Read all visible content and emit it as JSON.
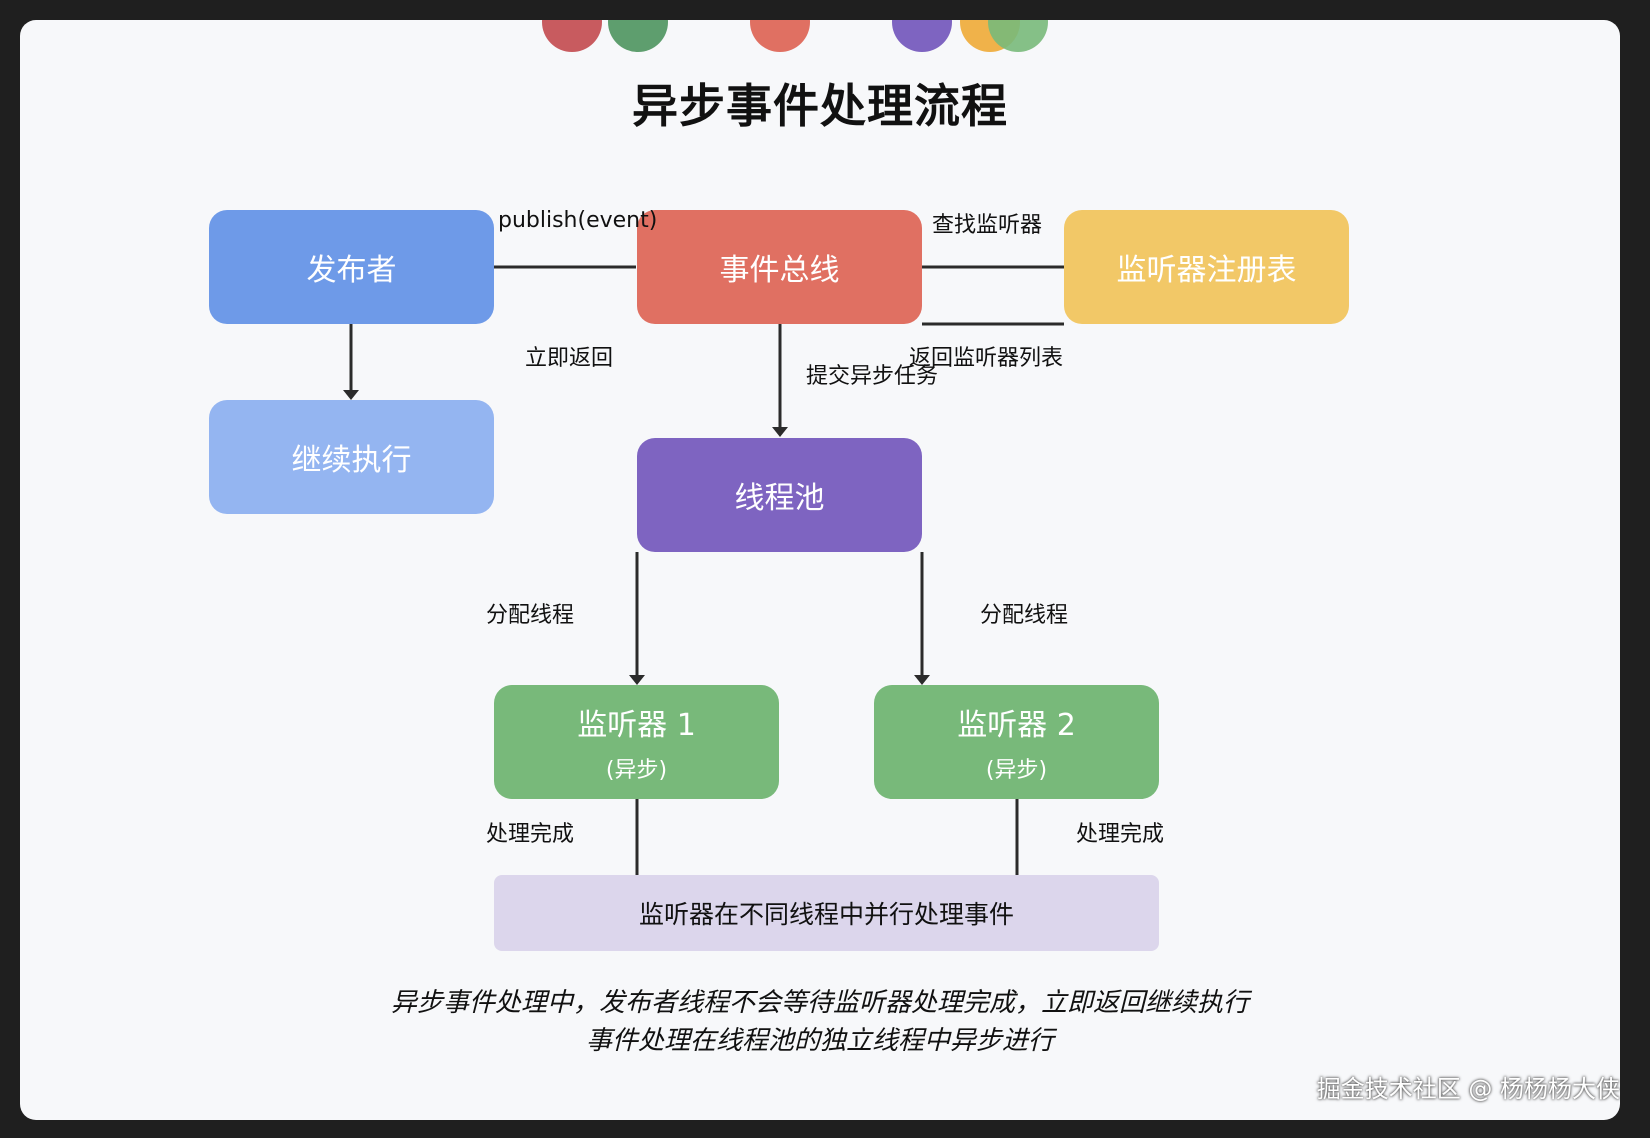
{
  "title": "异步事件处理流程",
  "colors": {
    "publisher": "#6e9ae8",
    "continue": "#94b5f1",
    "bus": "#e07062",
    "registry": "#f2c867",
    "pool": "#7e64c1",
    "listener": "#78b97a",
    "summary": "#dcd6ec",
    "line": "#2b2b2b"
  },
  "nodes": {
    "publisher": "发布者",
    "continue_exec": "继续执行",
    "event_bus": "事件总线",
    "registry": "监听器注册表",
    "thread_pool": "线程池",
    "listener1": {
      "name": "监听器 1",
      "sub": "(异步)"
    },
    "listener2": {
      "name": "监听器 2",
      "sub": "(异步)"
    },
    "summary": "监听器在不同线程中并行处理事件"
  },
  "edges": {
    "publish": "publish(event)",
    "return_now": "立即返回",
    "find_listeners": "查找监听器",
    "return_list": "返回监听器列表",
    "submit_task": "提交异步任务",
    "assign_left": "分配线程",
    "assign_right": "分配线程",
    "done_left": "处理完成",
    "done_right": "处理完成"
  },
  "caption": {
    "line1": "异步事件处理中，发布者线程不会等待监听器处理完成，立即返回继续执行",
    "line2": "事件处理在线程池的独立线程中异步进行"
  },
  "watermark": "掘金技术社区 @ 杨杨杨大侠"
}
